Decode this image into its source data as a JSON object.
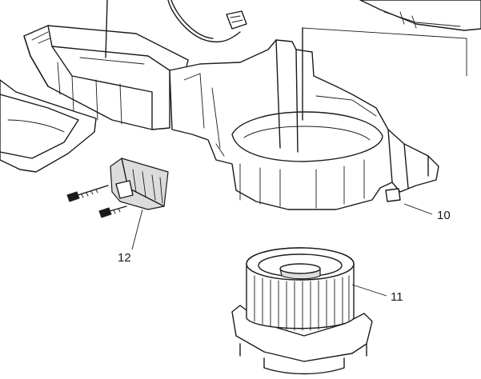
{
  "callouts": {
    "blower_housing": "10",
    "blower_motor": "11",
    "resistor": "12"
  },
  "colors": {
    "line": "#1a1a1a",
    "background": "#ffffff"
  }
}
